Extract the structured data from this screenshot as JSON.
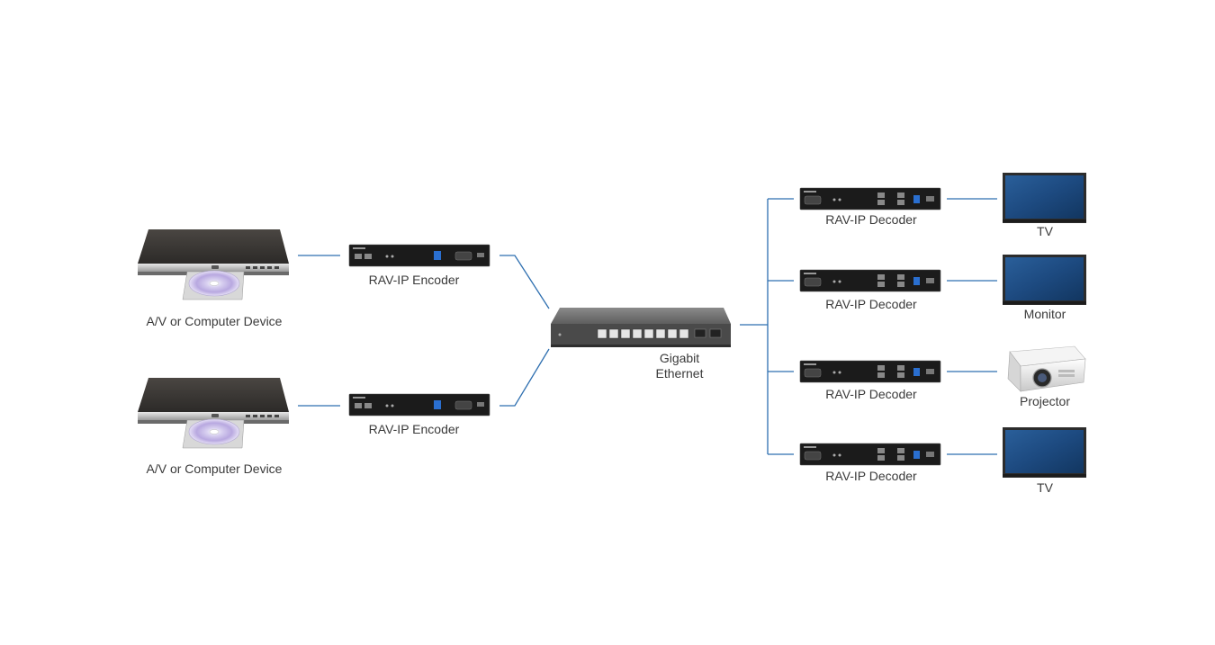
{
  "sources": [
    {
      "label": "A/V or Computer Device",
      "icon": "dvd-player-icon"
    },
    {
      "label": "A/V or Computer Device",
      "icon": "dvd-player-icon"
    }
  ],
  "encoders": [
    {
      "label": "RAV-IP Encoder",
      "icon": "encoder-box-icon"
    },
    {
      "label": "RAV-IP Encoder",
      "icon": "encoder-box-icon"
    }
  ],
  "switch": {
    "label_line1": "Gigabit",
    "label_line2": "Ethernet",
    "icon": "network-switch-icon"
  },
  "decoders": [
    {
      "label": "RAV-IP Decoder",
      "icon": "decoder-box-icon"
    },
    {
      "label": "RAV-IP Decoder",
      "icon": "decoder-box-icon"
    },
    {
      "label": "RAV-IP Decoder",
      "icon": "decoder-box-icon"
    },
    {
      "label": "RAV-IP Decoder",
      "icon": "decoder-box-icon"
    }
  ],
  "displays": [
    {
      "label": "TV",
      "icon": "tv-icon"
    },
    {
      "label": "Monitor",
      "icon": "monitor-icon"
    },
    {
      "label": "Projector",
      "icon": "projector-icon"
    },
    {
      "label": "TV",
      "icon": "tv-icon"
    }
  ],
  "colors": {
    "connector_line": "#2e6fb0",
    "device_dark": "#1b1b1b",
    "device_port_blue": "#2a6fd0"
  }
}
